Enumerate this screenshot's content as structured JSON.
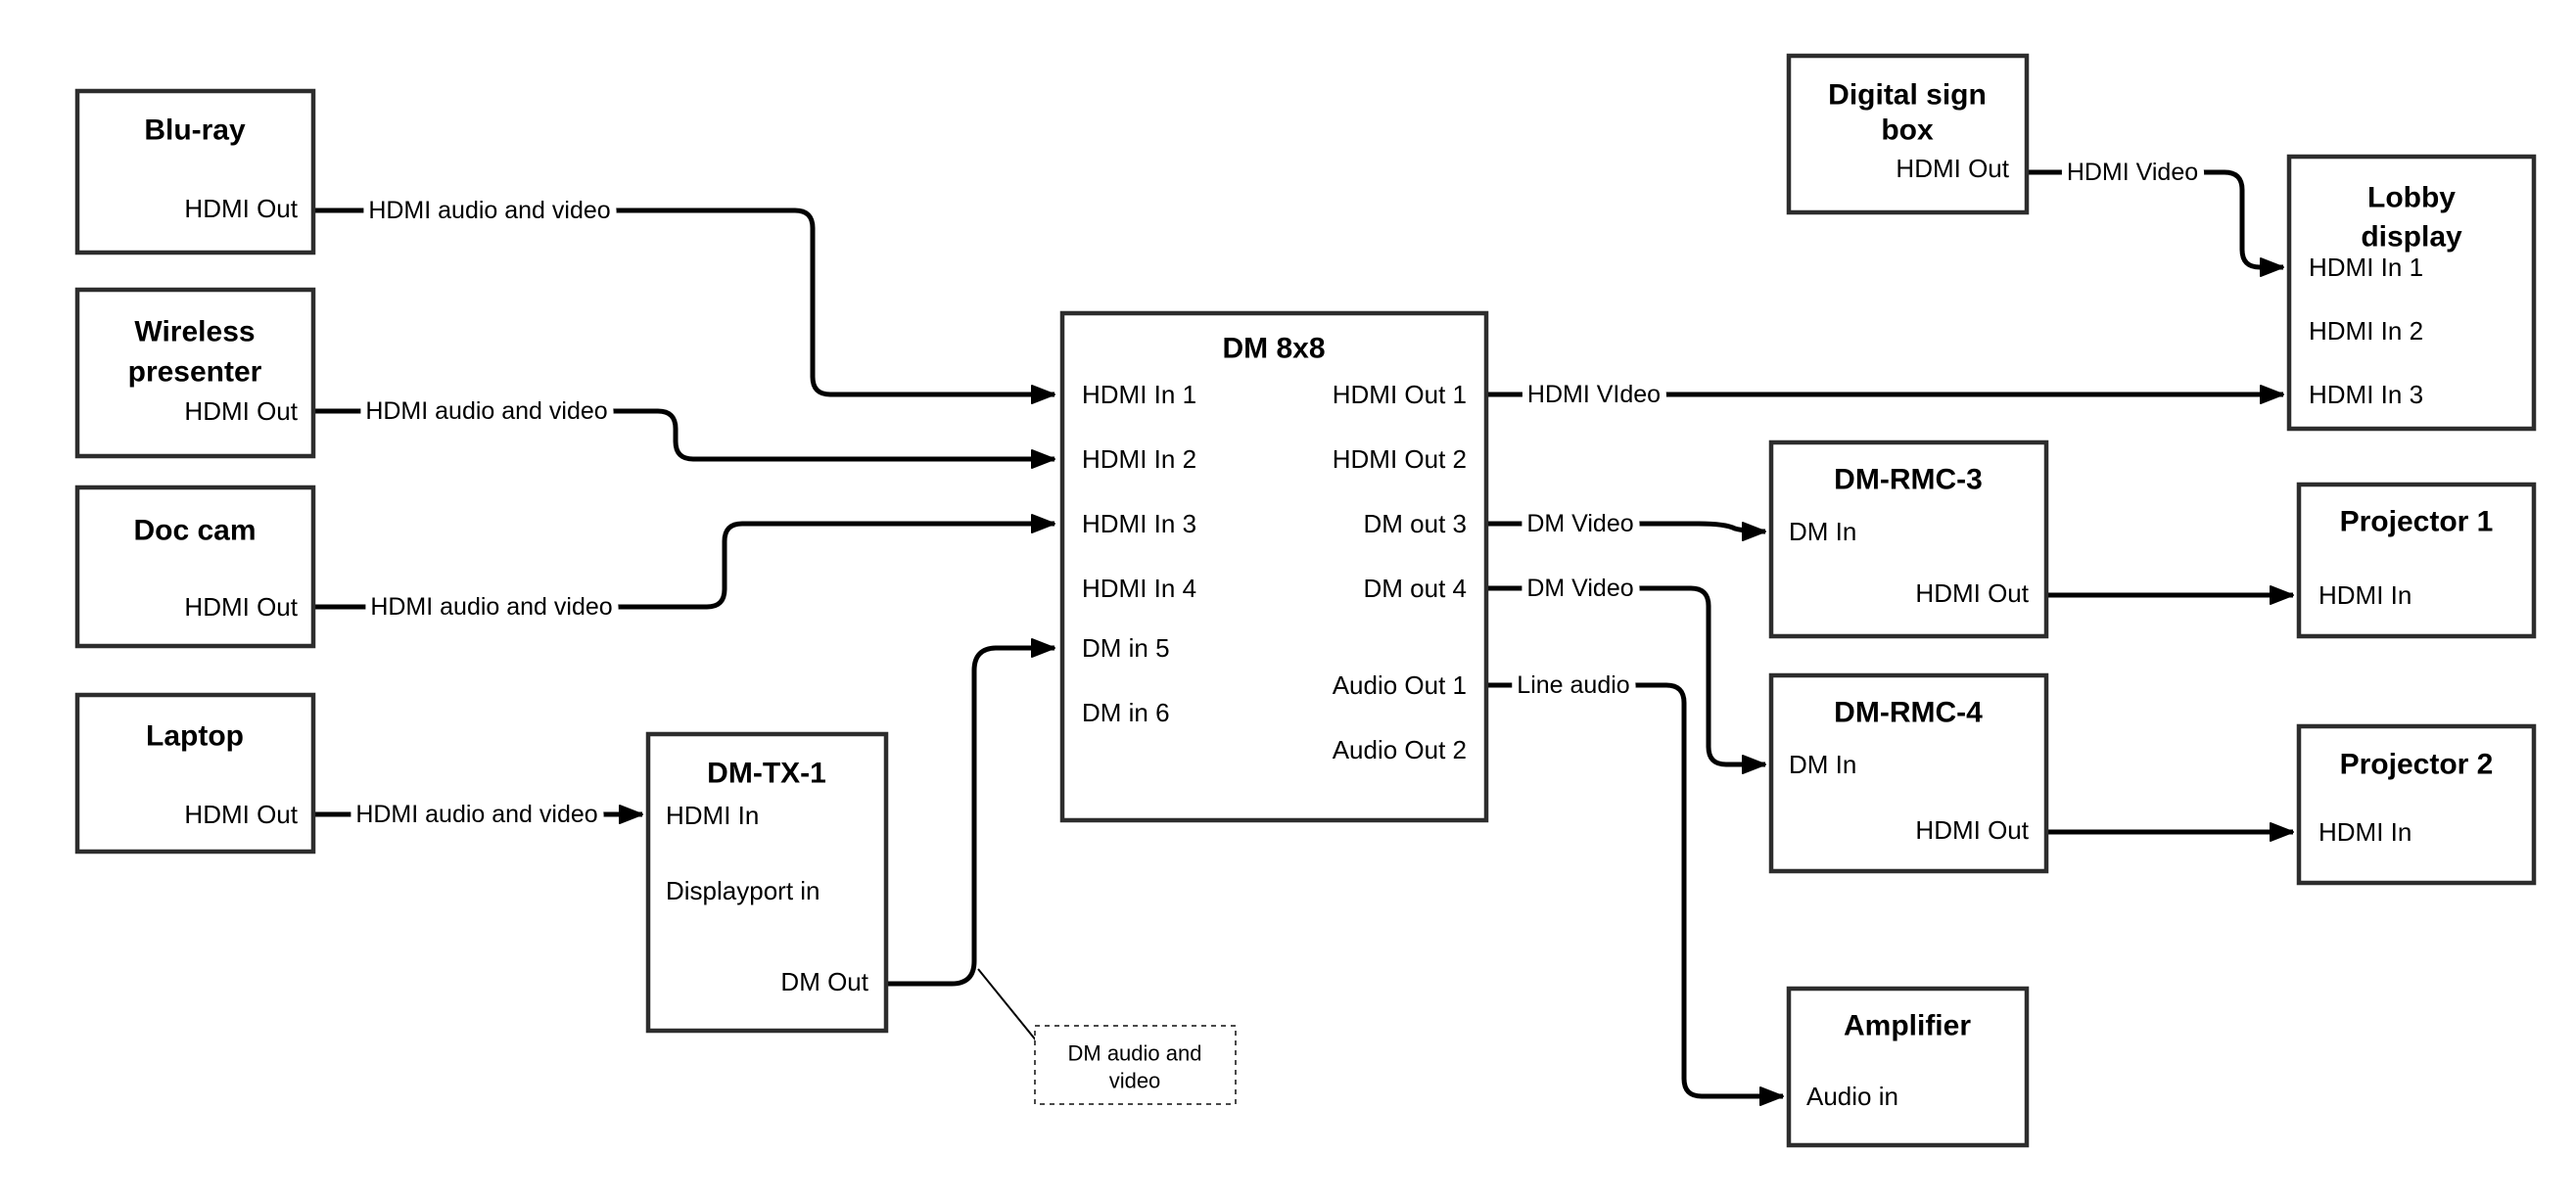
{
  "diagram": {
    "colors": {
      "line": "#000000",
      "box_border": "#2d2d2d",
      "background": "#ffffff",
      "text": "#000000"
    },
    "nodes": {
      "bluray": {
        "title": "Blu-ray",
        "hdmi_out": "HDMI Out"
      },
      "wireless": {
        "title_lines": [
          "Wireless",
          "presenter"
        ],
        "hdmi_out": "HDMI Out"
      },
      "doccam": {
        "title": "Doc cam",
        "hdmi_out": "HDMI Out"
      },
      "laptop": {
        "title": "Laptop",
        "hdmi_out": "HDMI Out"
      },
      "dmtx1": {
        "title": "DM-TX-1",
        "hdmi_in": "HDMI In",
        "displayport_in": "Displayport in",
        "dm_out": "DM Out"
      },
      "dm8x8": {
        "title": "DM 8x8",
        "inputs": [
          "HDMI In 1",
          "HDMI In 2",
          "HDMI In 3",
          "HDMI In 4",
          "DM in 5",
          "DM in 6"
        ],
        "outputs": [
          "HDMI Out 1",
          "HDMI Out 2",
          "DM out 3",
          "DM out 4",
          "Audio Out 1",
          "Audio Out 2"
        ]
      },
      "digital_sign": {
        "title_lines": [
          "Digital sign",
          "box"
        ],
        "hdmi_out": "HDMI Out"
      },
      "lobby": {
        "title_lines": [
          "Lobby",
          "display"
        ],
        "inputs": [
          "HDMI In 1",
          "HDMI In 2",
          "HDMI In 3"
        ]
      },
      "dmrmc3": {
        "title": "DM-RMC-3",
        "dm_in": "DM In",
        "hdmi_out": "HDMI Out"
      },
      "projector1": {
        "title": "Projector 1",
        "hdmi_in": "HDMI In"
      },
      "dmrmc4": {
        "title": "DM-RMC-4",
        "dm_in": "DM In",
        "hdmi_out": "HDMI Out"
      },
      "projector2": {
        "title": "Projector 2",
        "hdmi_in": "HDMI In"
      },
      "amplifier": {
        "title": "Amplifier",
        "audio_in": "Audio in"
      }
    },
    "edge_labels": {
      "bluray_to_dm8x8": "HDMI audio and video",
      "wireless_to_dm8x8": "HDMI audio and video",
      "doccam_to_dm8x8": "HDMI audio and video",
      "laptop_to_dmtx1": "HDMI audio and video",
      "hdmi_out1_to_lobby": "HDMI VIdeo",
      "dm_out3_to_rmc3": "DM Video",
      "dm_out4_to_rmc4": "DM Video",
      "audio_out1_to_amp": "Line audio",
      "sign_to_lobby": "HDMI Video"
    },
    "note": {
      "lines": [
        "DM audio and",
        "video"
      ]
    }
  }
}
